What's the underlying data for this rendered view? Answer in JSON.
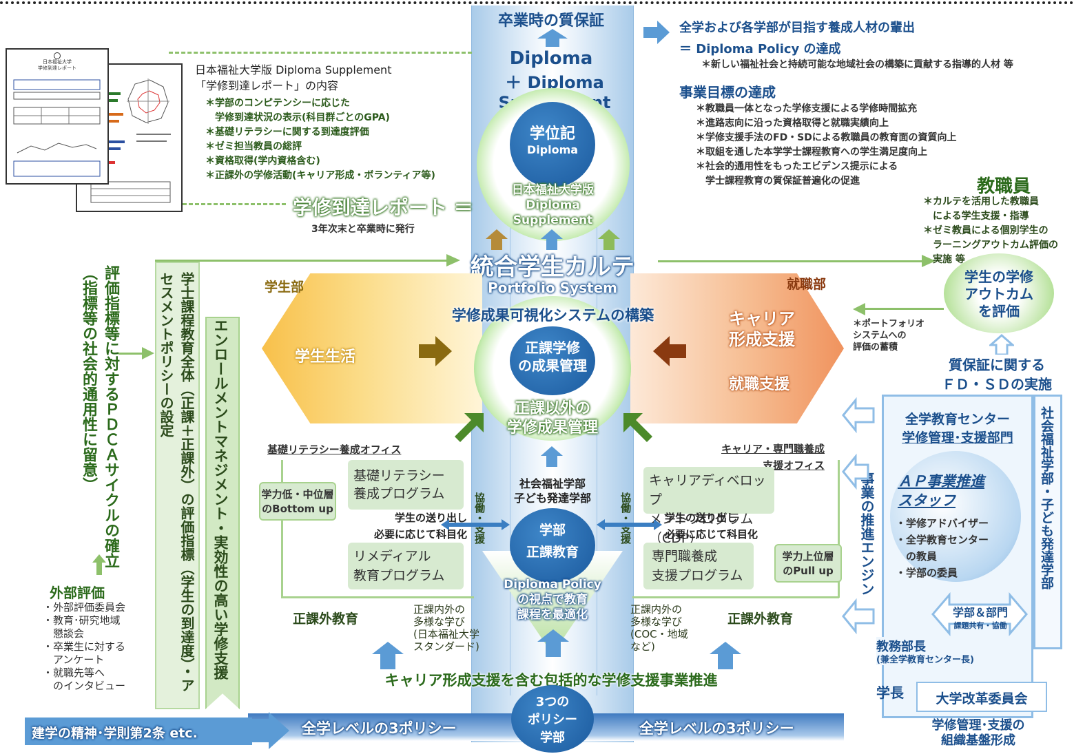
{
  "top": {
    "quality_title": "卒業時の質保証",
    "diploma": "Diploma",
    "diploma_supplement": "＋ Diploma  Supplement",
    "gakui_line1": "学位記",
    "gakui_line2": "Diploma",
    "nfu_line1": "日本福祉大学版",
    "nfu_line2": "Diploma",
    "nfu_line3": "Supplement"
  },
  "right_top": {
    "line1": "全学および各学部が目指す養成人材の輩出",
    "line2": "＝ Diploma  Policy の達成",
    "line3": "＊新しい福祉社会と持続可能な地域社会の構築に貢献する指導的人材 等",
    "goal_title": "事業目標の達成",
    "goals": [
      "＊教職員一体となった学修支援による学修時間拡充",
      "＊進路志向に沿った資格取得と就職実績向上",
      "＊学修支援手法のFD・SDによる教職員の教育面の資質向上",
      "＊取組を通した本学学士課程教育への学生満足度向上",
      "＊社会的通用性をもったエビデンス提示による",
      "　学士課程教育の質保証普遍化の促進"
    ]
  },
  "report": {
    "title1": "日本福祉大学版 Diploma Supplement",
    "title2": "「学修到達レポート」の内容",
    "items": [
      "＊学部のコンピテンシーに応じた",
      "　学修到達状況の表示(科目群ごとのGPA)",
      "＊基礎リテラシーに関する到達度評価",
      "＊ゼミ担当教員の総評",
      "＊資格取得(学内資格含む)",
      "＊正課外の学修活動(キャリア形成・ボランティア等)"
    ],
    "big": "学修到達レポート ＝",
    "issue": "3年次末と卒業時に発行",
    "doc_header1": "日本福祉大学",
    "doc_header2": "学修到達レポート"
  },
  "center": {
    "karte": "統合学生カルテ",
    "portfolio": "Portfolio System",
    "visual": "学修成果可視化システムの構築",
    "seika1": "正課学修",
    "seika2": "の成果管理",
    "gai1": "正課以外の",
    "gai2": "学修成果管理",
    "faculties1": "社会福祉学部",
    "faculties2": "子ども発達学部",
    "gakubu1": "学部",
    "gakubu2": "正課教育",
    "dp1": "Diploma Policy",
    "dp2": "の視点で教育",
    "dp3": "課程を最適化",
    "kyodo_left": "協働・支援",
    "kyodo_right": "協働・支援",
    "bottom_banner": "キャリア形成支援を含む包括的な学修支援事業推進",
    "policy1": "3つの",
    "policy2": "ポリシー",
    "policy3": "学部"
  },
  "left_mid": {
    "gakuseibu": "学生部",
    "seikatsu": "学生生活",
    "office": "基礎リテラシー養成オフィス",
    "bottomup1": "学力低・中位層",
    "bottomup2": "のBottom up",
    "prog1a": "基礎リテラシー",
    "prog1b": "養成プログラム",
    "send1": "学生の送り出し",
    "send2": "必要に応じて科目化",
    "prog2a": "リメディアル",
    "prog2b": "教育プログラム",
    "kagai": "正課外教育",
    "diverse1": "正課内外の",
    "diverse2": "多様な学び",
    "diverse3": "(日本福祉大学",
    "diverse4": "スタンダード)"
  },
  "right_mid": {
    "shushoku": "就職部",
    "career1": "キャリア",
    "career2": "形成支援",
    "job": "就職支援",
    "office1": "キャリア・専門職養成",
    "office2": "支援オフィス",
    "prog1a": "キャリアディベロップ",
    "prog1b": "メントプログラム（CDP）",
    "send1": "学生の送り出し",
    "send2": "必要に応じて科目化",
    "prog2a": "専門職養成",
    "prog2b": "支援プログラム",
    "pullup1": "学力上位層",
    "pullup2": "のPull up",
    "kagai": "正課外教育",
    "diverse1": "正課内外の",
    "diverse2": "多様な学び",
    "diverse3": "(COC・地域",
    "diverse4": "など)",
    "portfolio_note1": "＊ポートフォリオ",
    "portfolio_note2": "システムへの",
    "portfolio_note3": "評価の蓄積"
  },
  "faculty": {
    "title": "教職員",
    "items": [
      "＊カルテを活用した教職員",
      "　による学生支援・指導",
      "＊ゼミ教員による個別学生の",
      "　ラーニングアウトカム評価の",
      "　実施 等"
    ],
    "circle1": "学生の学修",
    "circle2": "アウトカム",
    "circle3": "を評価",
    "fdsd1": "質保証に関する",
    "fdsd2": "ＦＤ・ＳＤの実施"
  },
  "org": {
    "center1": "全学教育センター",
    "center2": "学修管理･支援部門",
    "ap1": "ＡＰ事業推進",
    "ap2": "スタッフ",
    "ap_items": [
      "・学修アドバイザー",
      "・全学教育センター",
      "　の教員",
      "・学部の委員"
    ],
    "engine": "事業の推進エンジン",
    "faculties_vert": "社会福祉学部・子ども発達学部",
    "dept1": "学部＆部門",
    "dept2": "課題共有・協働",
    "kyomu1": "教務部長",
    "kyomu2": "(兼全学教育センター長)",
    "gakucho": "学長",
    "kaikaku": "大学改革委員会",
    "base1": "学修管理･支援の",
    "base2": "組織基盤形成"
  },
  "left_side": {
    "pdca": "評価指標等に対するＰＤＣＡサイクルの確立（指標等の社会的通用性に留意）",
    "policy_vert": "学士課程教育全体（正課＋正課外）の評価指標（学生の到達度）・アセスメントポリシーの設定",
    "enroll": "エンロールメントマネジメント・実効性の高い学修支援",
    "ext_title": "外部評価",
    "ext_items": [
      "・外部評価委員会",
      "・教育･研究地域",
      "　懇談会",
      "・卒業生に対する",
      "　アンケート",
      "・就職先等へ",
      "　のインタビュー"
    ]
  },
  "bottom": {
    "founding": "建学の精神･学則第2条 etc.",
    "policy_left": "全学レベルの3ポリシー",
    "policy_right": "全学レベルの3ポリシー"
  },
  "colors": {
    "blue": "#1b5a9e",
    "green": "#6fcf4a",
    "orange": "#f0935e",
    "yellow": "#f8c04a"
  }
}
